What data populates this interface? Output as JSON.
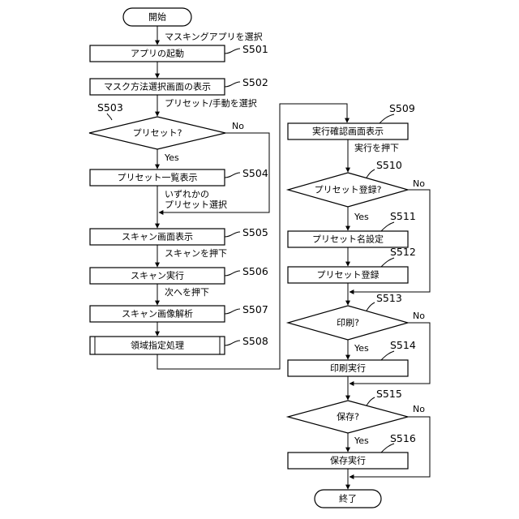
{
  "nodes": {
    "start": "開始",
    "s501": "アプリの起動",
    "s502": "マスク方法選択画面の表示",
    "s503": "プリセット?",
    "s504": "プリセット一覧表示",
    "s505": "スキャン画面表示",
    "s506": "スキャン実行",
    "s507": "スキャン画像解析",
    "s508": "領域指定処理",
    "s509": "実行確認画面表示",
    "s510": "プリセット登録?",
    "s511": "プリセット名設定",
    "s512": "プリセット登録",
    "s513": "印刷?",
    "s514": "印刷実行",
    "s515": "保存?",
    "s516": "保存実行",
    "end": "終了"
  },
  "steps": {
    "s501": "S501",
    "s502": "S502",
    "s503": "S503",
    "s504": "S504",
    "s505": "S505",
    "s506": "S506",
    "s507": "S507",
    "s508": "S508",
    "s509": "S509",
    "s510": "S510",
    "s511": "S511",
    "s512": "S512",
    "s513": "S513",
    "s514": "S514",
    "s515": "S515",
    "s516": "S516"
  },
  "edges": {
    "select_app": "マスキングアプリを選択",
    "select_preset_manual": "プリセット/手動を選択",
    "any_preset_line1": "いずれかの",
    "any_preset_line2": "プリセット選択",
    "press_scan": "スキャンを押下",
    "press_next": "次へを押下",
    "press_execute": "実行を押下",
    "yes": "Yes",
    "no": "No"
  }
}
